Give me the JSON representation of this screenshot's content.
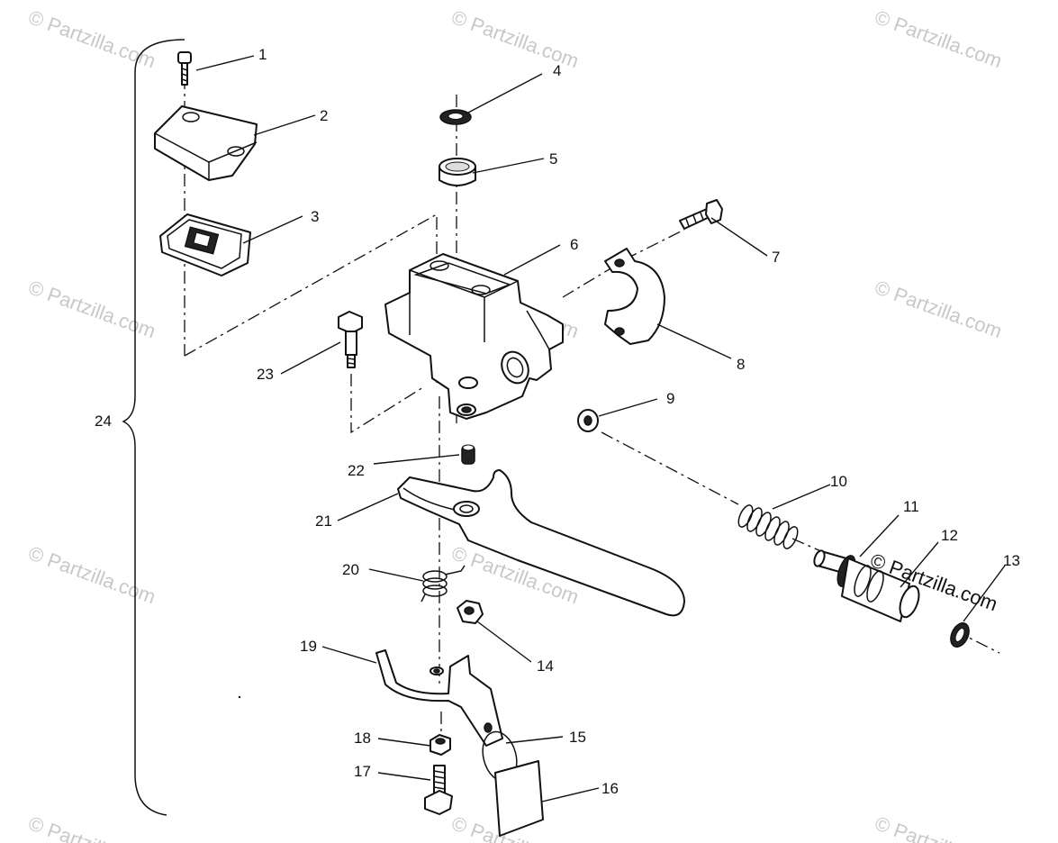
{
  "watermark": "© Partzilla.com",
  "callouts": {
    "c1": "1",
    "c2": "2",
    "c3": "3",
    "c4": "4",
    "c5": "5",
    "c6": "6",
    "c7": "7",
    "c8": "8",
    "c9": "9",
    "c10": "10",
    "c11": "11",
    "c12": "12",
    "c13": "13",
    "c14": "14",
    "c15": "15",
    "c16": "16",
    "c17": "17",
    "c18": "18",
    "c19": "19",
    "c20": "20",
    "c21": "21",
    "c22": "22",
    "c23": "23",
    "c24": "24"
  }
}
